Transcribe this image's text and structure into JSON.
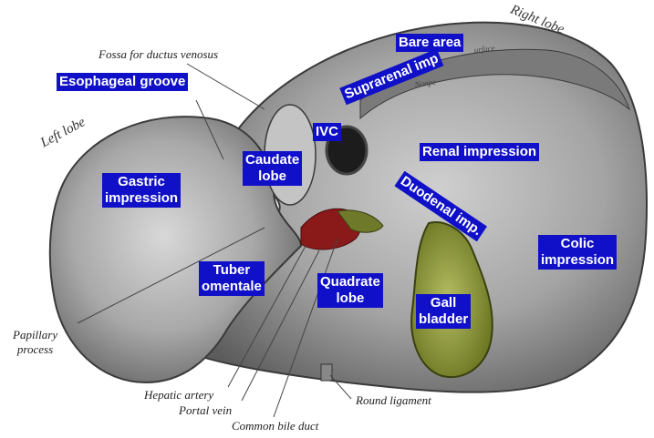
{
  "lobes": {
    "left": "Left lobe",
    "right": "Right lobe"
  },
  "labels": {
    "bare_area": "Bare area",
    "esophageal_groove": "Esophageal groove",
    "suprarenal_imp": "Suprarenal imp",
    "ivc": "IVC",
    "caudate_lobe_1": "Caudate",
    "caudate_lobe_2": "lobe",
    "renal_impression": "Renal impression",
    "gastric_impression_1": "Gastric",
    "gastric_impression_2": "impression",
    "duodenal_imp": "Duodenal imp.",
    "colic_impression_1": "Colic",
    "colic_impression_2": "impression",
    "tuber_omentale_1": "Tuber",
    "tuber_omentale_2": "omentale",
    "quadrate_lobe_1": "Quadrate",
    "quadrate_lobe_2": "lobe",
    "gall_bladder_1": "Gall",
    "gall_bladder_2": "bladder"
  },
  "captions": {
    "fossa_ductus_venosus": "Fossa for ductus venosus",
    "papillary_process_1": "Papillary",
    "papillary_process_2": "process",
    "hepatic_artery": "Hepatic artery",
    "portal_vein": "Portal vein",
    "common_bile_duct": "Common bile duct",
    "round_ligament": "Round ligament"
  },
  "colors": {
    "label_bg": "#1010c8",
    "label_text": "#ffffff",
    "liver": "#9a9a9a",
    "gallbladder": "#8c9a3a",
    "vessel_red": "#8a1a1a"
  }
}
